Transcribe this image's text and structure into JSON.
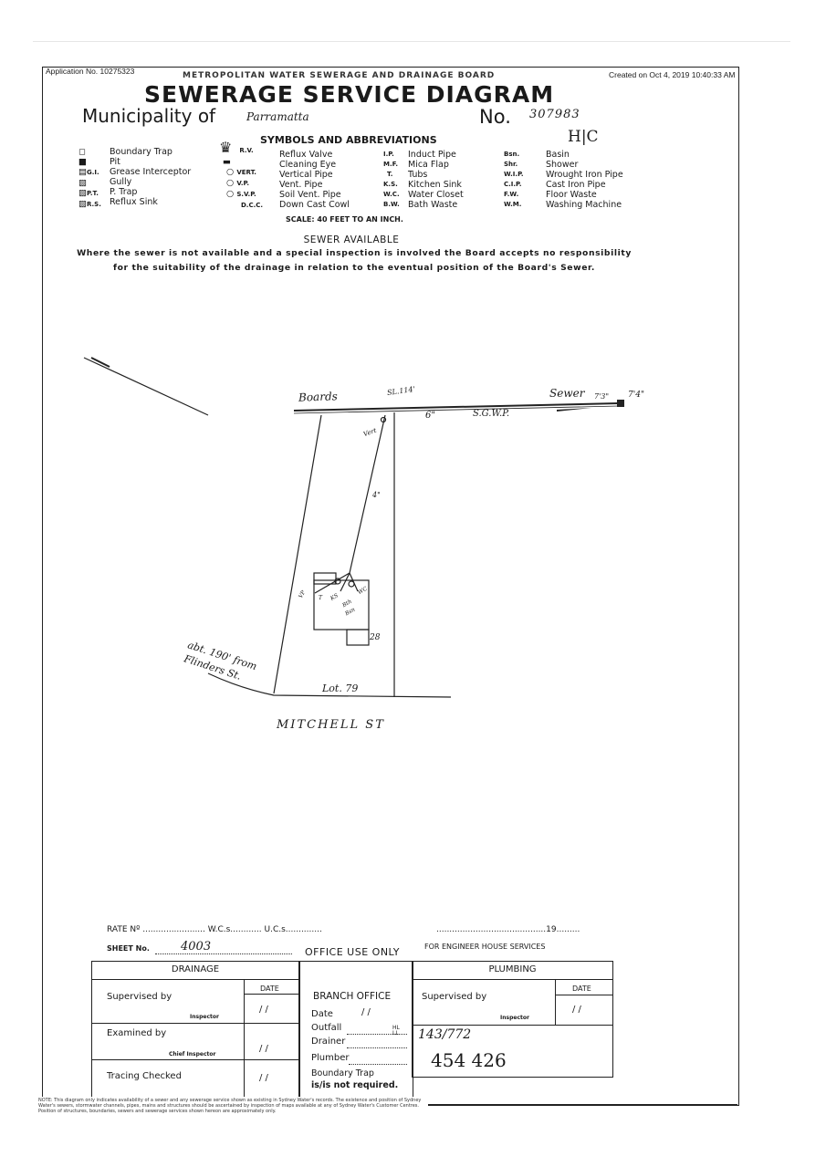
{
  "header": {
    "application_no": "Application No. 10275323",
    "created": "Created on Oct 4, 2019 10:40:33 AM",
    "board_cut": "METROPOLITAN WATER SEWERAGE AND DRAINAGE BOARD",
    "title": "SEWERAGE SERVICE DIAGRAM",
    "municipality_label": "Municipality of",
    "municipality": "Parramatta",
    "no_label": "No.",
    "number": "307983",
    "annotation": "H|C"
  },
  "legend": {
    "heading": "SYMBOLS AND ABBREVIATIONS",
    "col1": [
      "Boundary Trap",
      "Pit",
      "Grease Interceptor",
      "Gully",
      "P. Trap",
      "Reflux Sink"
    ],
    "col1_abbr": [
      "",
      "",
      "G.I.",
      "",
      "P.T.",
      "R.S."
    ],
    "col2_abbr": [
      "R.V.",
      "",
      "VERT.",
      "V.P.",
      "S.V.P.",
      "D.C.C."
    ],
    "col2": [
      "Reflux Valve",
      "Cleaning Eye",
      "Vertical Pipe",
      "Vent. Pipe",
      "Soil Vent. Pipe",
      "Down Cast Cowl"
    ],
    "col3_abbr": [
      "I.P.",
      "M.F.",
      "T.",
      "K.S.",
      "W.C.",
      "B.W."
    ],
    "col3": [
      "Induct Pipe",
      "Mica Flap",
      "Tubs",
      "Kitchen Sink",
      "Water Closet",
      "Bath Waste"
    ],
    "col4_abbr": [
      "Bsn.",
      "Shr.",
      "W.I.P.",
      "C.I.P.",
      "F.W.",
      "W.M."
    ],
    "col4": [
      "Basin",
      "Shower",
      "Wrought Iron Pipe",
      "Cast Iron Pipe",
      "Floor Waste",
      "Washing Machine"
    ],
    "scale": "SCALE: 40 FEET TO AN INCH."
  },
  "notice": {
    "heading": "SEWER AVAILABLE",
    "line1": "Where the sewer is not available and a special inspection is involved the Board accepts no responsibility",
    "line2": "for the suitability of the drainage in relation to the eventual position of the Board's Sewer."
  },
  "diagram": {
    "boards": "Boards",
    "sl": "SL.114'",
    "sewer": "Sewer",
    "level1": "7'3\"",
    "level2": "7'4\"",
    "size": "6\"",
    "pipe": "S.G.W.P.",
    "vert": "Vert",
    "pipe_size": "4\"",
    "fixtures": [
      "VP",
      "T",
      "KS",
      "Bth",
      "Bsn",
      "WC"
    ],
    "house_no": "28",
    "distance_1": "abt. 190' from",
    "distance_2": "Flinders St.",
    "lot": "Lot. 79",
    "street": "MITCHELL  ST"
  },
  "office": {
    "rate": "RATE Nº ........................ W.C.s............ U.C.s..............",
    "year": "..........................................19.........",
    "sheet_label": "SHEET No.",
    "sheet_no": "4003",
    "office_use": "OFFICE USE ONLY",
    "engineer": "FOR ENGINEER HOUSE SERVICES",
    "drainage": "DRAINAGE",
    "plumbing": "PLUMBING",
    "date": "DATE",
    "supervised": "Supervised by",
    "inspector": "Inspector",
    "examined": "Examined by",
    "chief": "Chief Inspector",
    "tracing": "Tracing Checked",
    "date_slash": "/   /",
    "branch": "BRANCH OFFICE",
    "b_date": "Date",
    "outfall": "Outfall",
    "outfall_code": "HL LL",
    "drainer": "Drainer",
    "plumber": "Plumber",
    "boundary1": "Boundary Trap",
    "boundary2": "is/is not required.",
    "hand_ref": "143/772",
    "stamp": "454 426"
  },
  "footer": {
    "note": "NOTE: This diagram only indicates availability of a sewer and any sewerage service shown as existing in Sydney Water's records. The existence and position of Sydney Water's sewers, stormwater channels, pipes, mains and structures should be ascertained by inspection of maps available at any of Sydney Water's Customer Centres. Position of structures, boundaries, sewers and sewerage services shown hereon are approximately only."
  }
}
